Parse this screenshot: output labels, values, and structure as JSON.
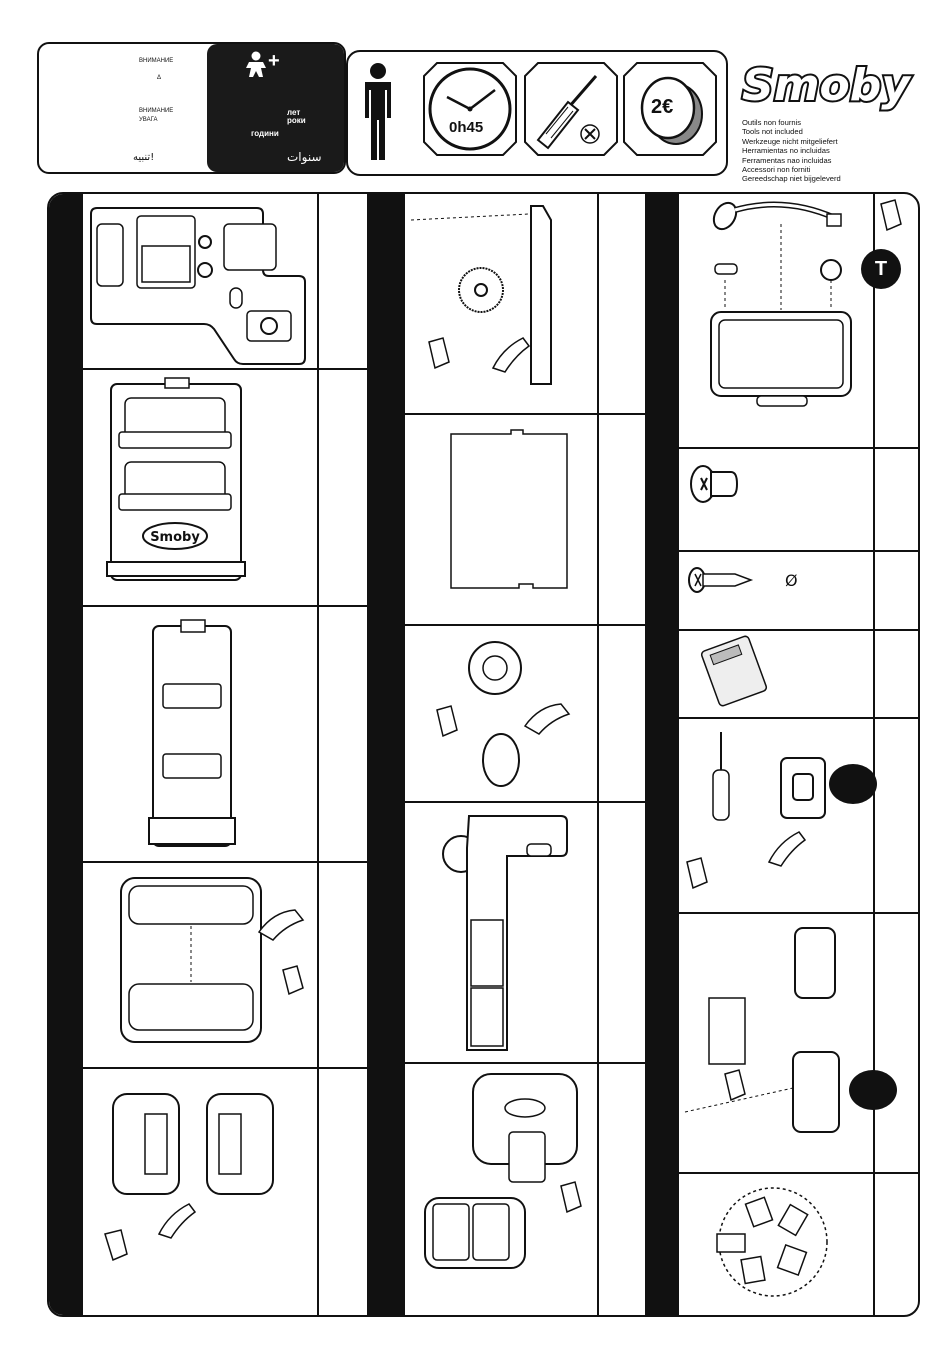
{
  "warning": {
    "ru_title": "ВНИМАНИЕ",
    "triangle_symbol": "Δ",
    "ru_title_2": "ВНИМАНИЕ",
    "ua_title": "УВАГА",
    "ar_warning": "تنبيه!",
    "ru_years": "лет",
    "ua_years": "роки",
    "bg_years": "години",
    "ar_years": "سنوات",
    "plus_symbol": "+"
  },
  "assembly": {
    "time": "0h45",
    "coin": "2€"
  },
  "brand": {
    "logo_text": "Smoby"
  },
  "tools_not_included": [
    "Outils non  fournis",
    "Tools not included",
    "Werkzeuge nicht mitgeliefert",
    "Herramientas no incluidas",
    "Ferramentas nao incluidas",
    "Accessori non forniti",
    "Gereedschap niet bijgeleverd"
  ],
  "steps": {
    "badge_t": "T",
    "cart_logo": "Smoby",
    "diameter_symbol": "Ø"
  },
  "colors": {
    "ink": "#111111",
    "paper": "#ffffff",
    "gray": "#bdbdbd"
  }
}
